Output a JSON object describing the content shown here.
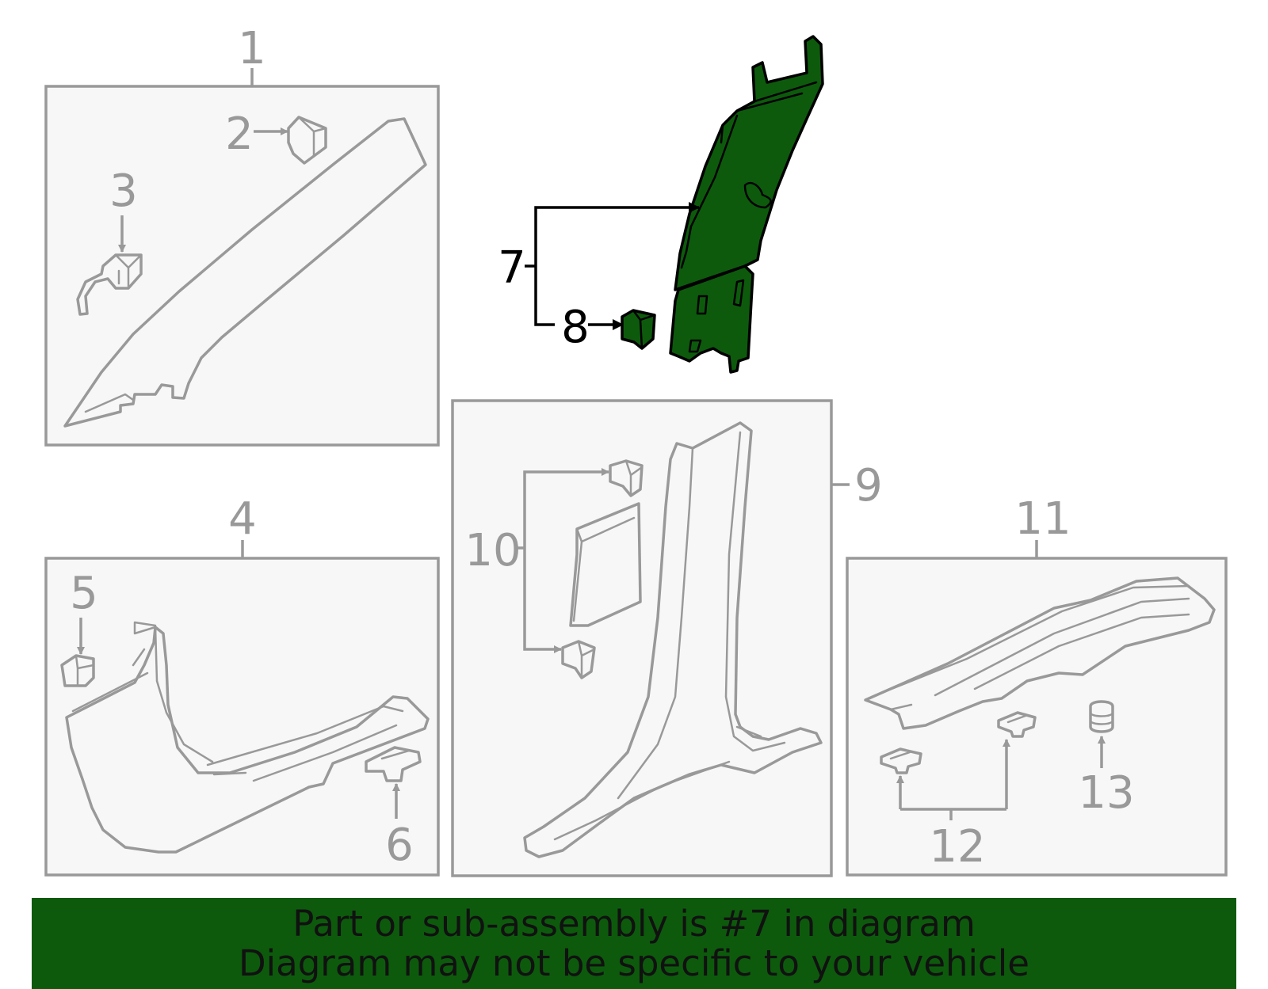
{
  "callouts": {
    "c1": "1",
    "c2": "2",
    "c3": "3",
    "c4": "4",
    "c5": "5",
    "c6": "6",
    "c7": "7",
    "c8": "8",
    "c9": "9",
    "c10": "10",
    "c11": "11",
    "c12": "12",
    "c13": "13"
  },
  "highlight": {
    "part_number": "7",
    "fill_color": "#0d5a0d"
  },
  "banner": {
    "line1": "Part or sub-assembly is #7 in diagram",
    "line2": "Diagram may not be specific to your vehicle",
    "background_color": "#0d5a0d"
  }
}
